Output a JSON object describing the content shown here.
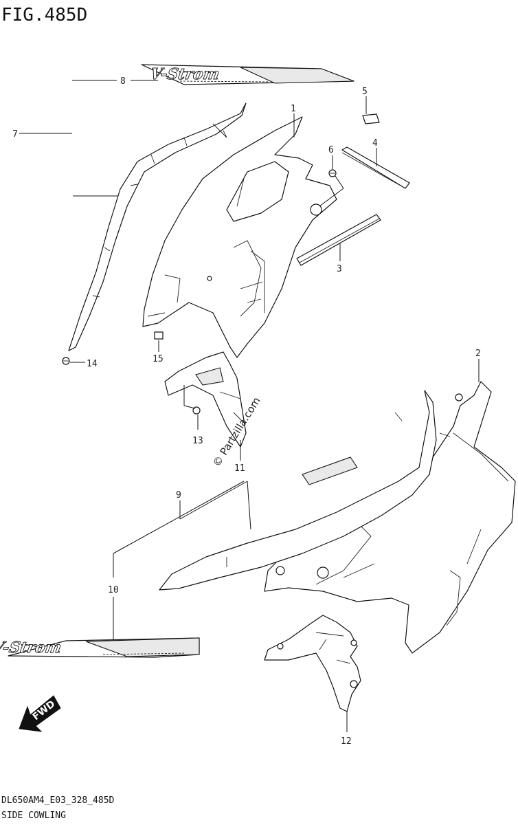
{
  "figure": {
    "title": "FIG.485D",
    "code": "DL650AM4_E03_328_485D",
    "caption": "SIDE COWLING"
  },
  "watermark": "© Partzilla.com",
  "decal_brand": "V-Strom",
  "fwd_label": "FWD",
  "callouts": {
    "c1": "1",
    "c2": "2",
    "c3": "3",
    "c4": "4",
    "c5": "5",
    "c6": "6",
    "c7": "7",
    "c8": "8",
    "c9": "9",
    "c10": "10",
    "c11": "11",
    "c12": "12",
    "c13": "13",
    "c14": "14",
    "c15": "15"
  }
}
